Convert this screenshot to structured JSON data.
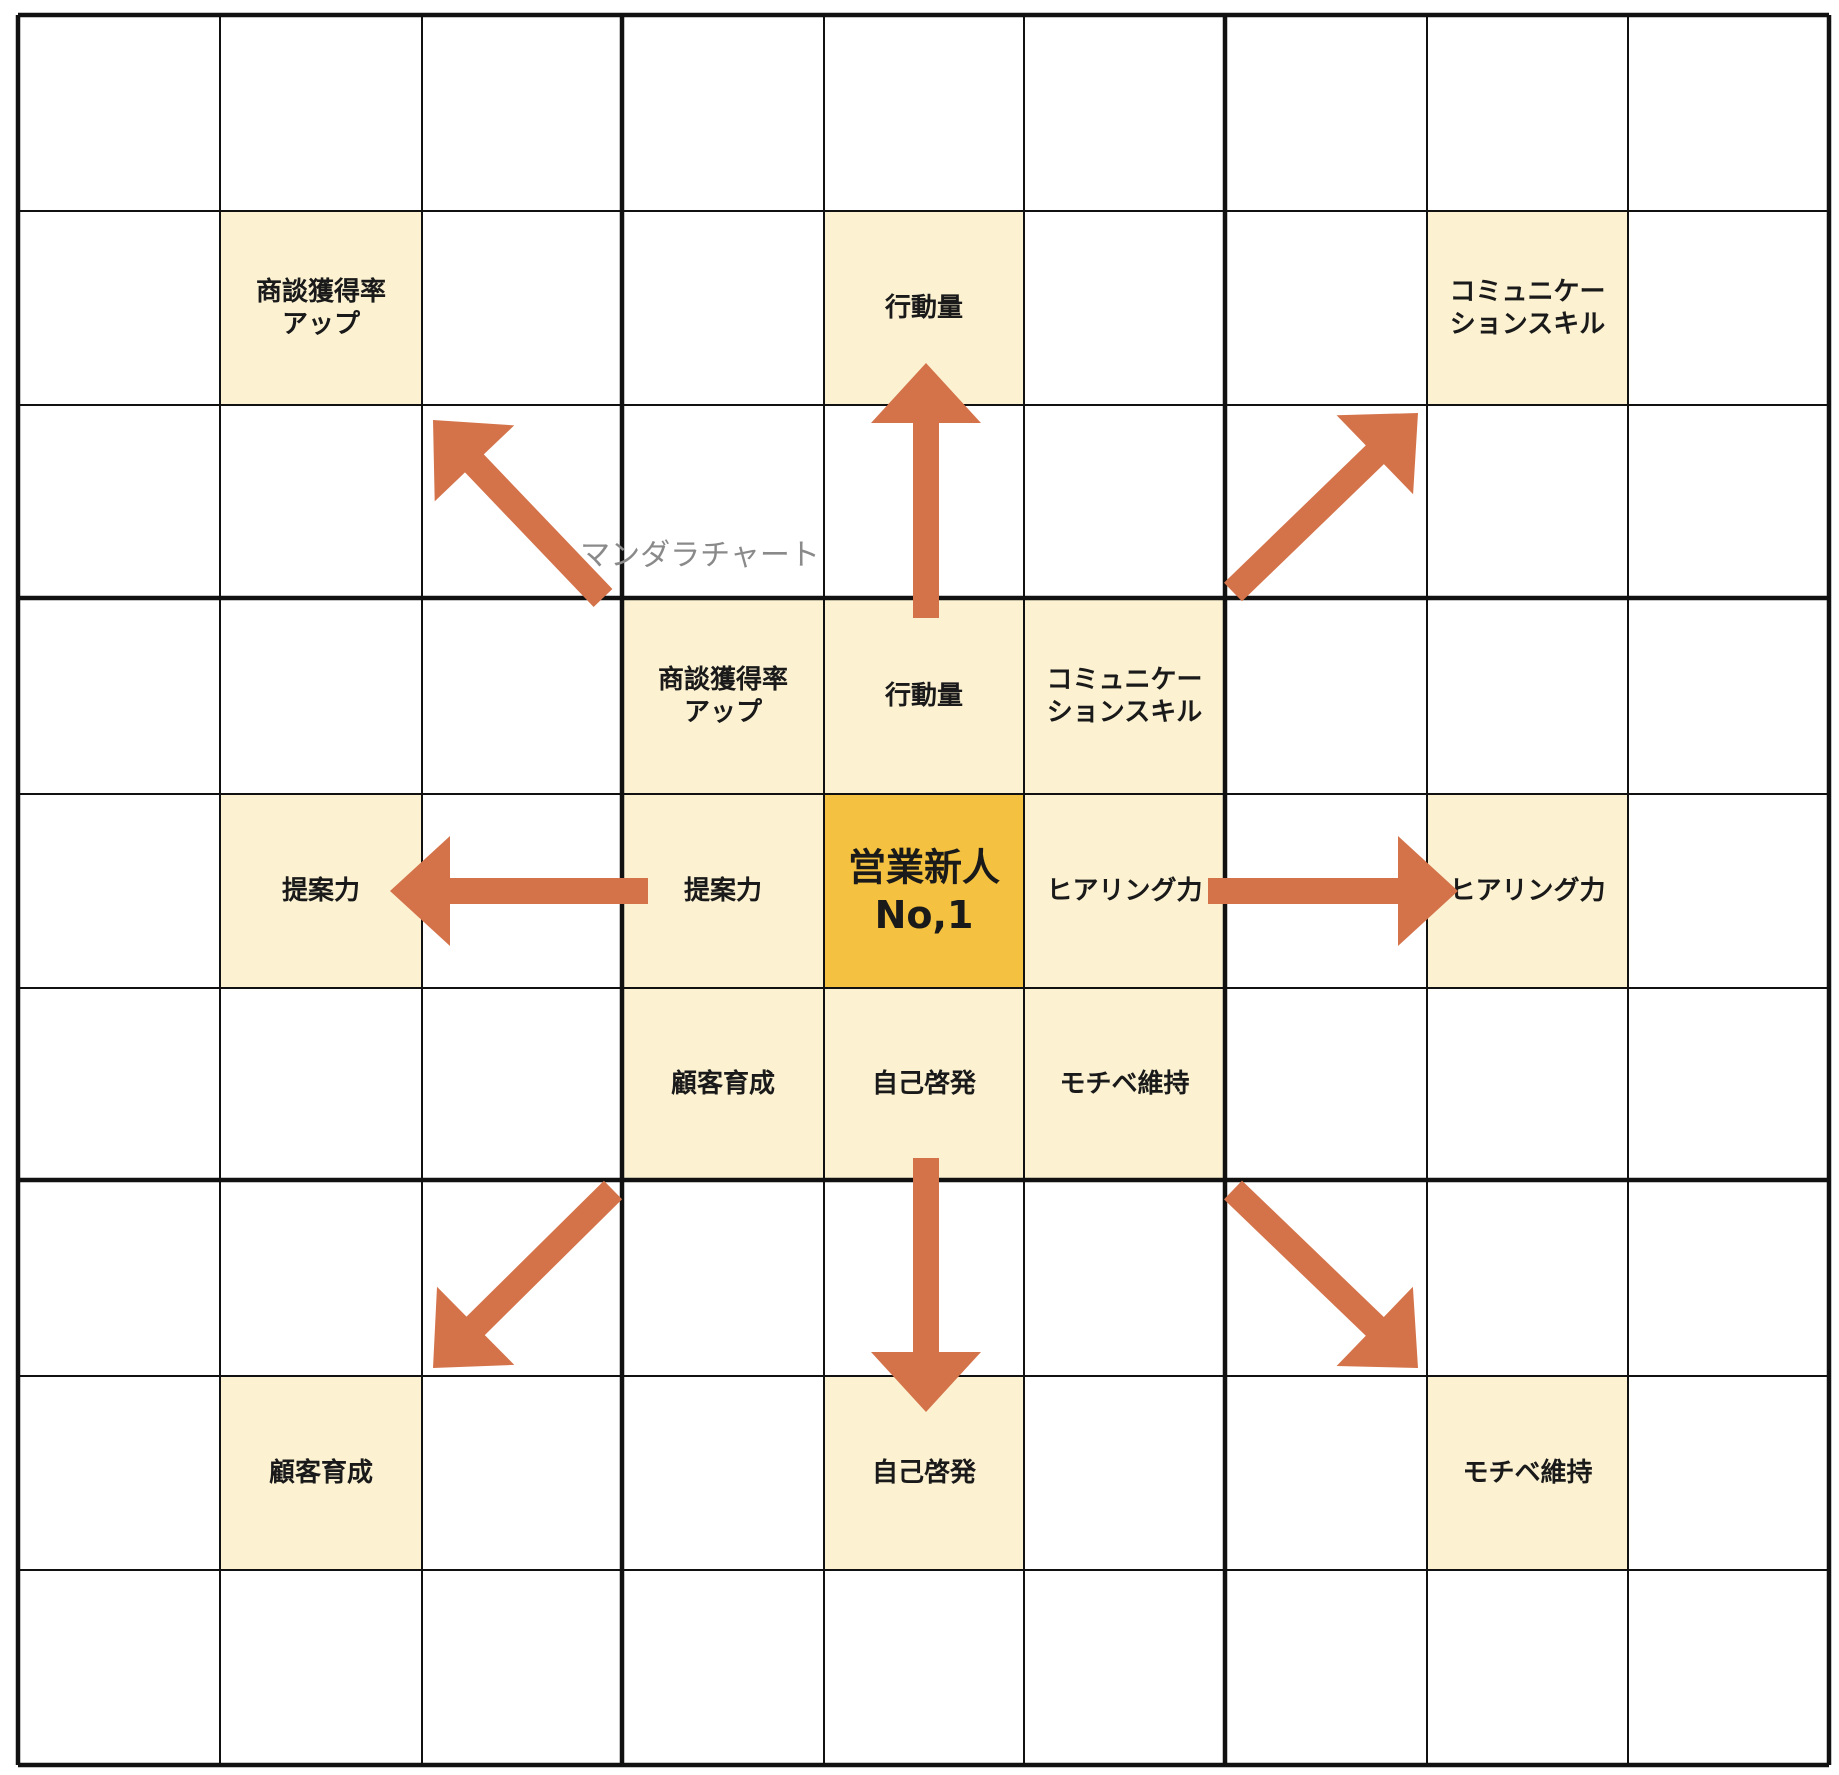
{
  "title": "マンダラチャート",
  "center": {
    "lines": [
      "営業新人",
      "No,1"
    ],
    "color": "#f4c140"
  },
  "colors": {
    "highlight": "#fcf2d2",
    "arrow": "#d4734a",
    "grid": "#111111",
    "background": "#ffffff"
  },
  "themes": [
    {
      "lines": [
        "商談獲得率",
        "アップ"
      ],
      "direction": "up-left"
    },
    {
      "lines": [
        "行動量"
      ],
      "direction": "up"
    },
    {
      "lines": [
        "コミュニケー",
        "ションスキル"
      ],
      "direction": "up-right"
    },
    {
      "lines": [
        "提案力"
      ],
      "direction": "left"
    },
    {
      "lines": [
        "ヒアリング力"
      ],
      "direction": "right"
    },
    {
      "lines": [
        "顧客育成"
      ],
      "direction": "down-left"
    },
    {
      "lines": [
        "自己啓発"
      ],
      "direction": "down"
    },
    {
      "lines": [
        "モチベ維持"
      ],
      "direction": "down-right"
    }
  ]
}
